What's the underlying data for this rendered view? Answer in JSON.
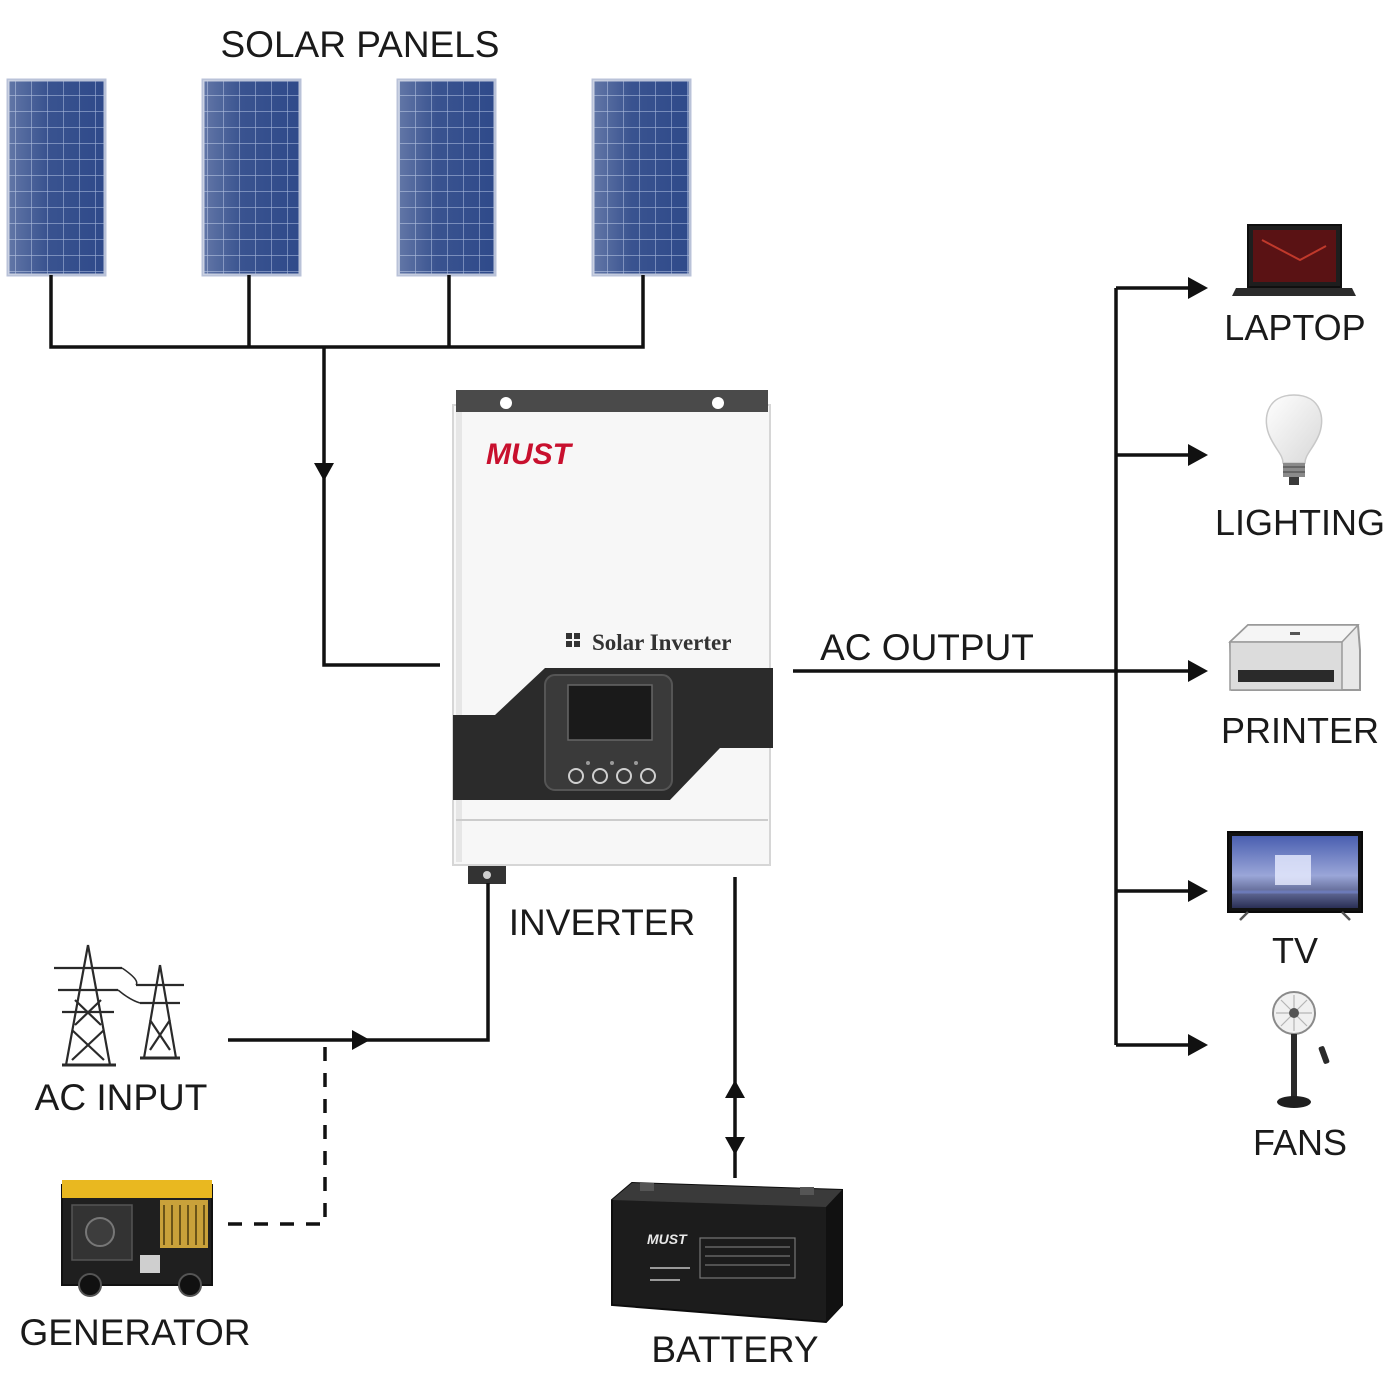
{
  "labels": {
    "solar_panels": "SOLAR PANELS",
    "inverter": "INVERTER",
    "ac_output": "AC OUTPUT",
    "ac_input": "AC INPUT",
    "generator": "GENERATOR",
    "battery": "BATTERY",
    "laptop": "LAPTOP",
    "lighting": "LIGHTING",
    "printer": "PRINTER",
    "tv": "TV",
    "fans": "FANS"
  },
  "inverter_device": {
    "brand": "MUST",
    "product": "Solar Inverter"
  },
  "battery_device": {
    "brand": "MUST"
  },
  "colors": {
    "line": "#111111",
    "brand_red": "#c8102e",
    "panel_blue": "#2f4a8a",
    "device_dark": "#2b2b2b",
    "generator_yellow": "#e9b820"
  },
  "icons": [
    "solar-panel-icon",
    "inverter-icon",
    "transmission-tower-icon",
    "generator-icon",
    "battery-icon",
    "laptop-icon",
    "light-bulb-icon",
    "printer-icon",
    "tv-icon",
    "fan-icon"
  ]
}
